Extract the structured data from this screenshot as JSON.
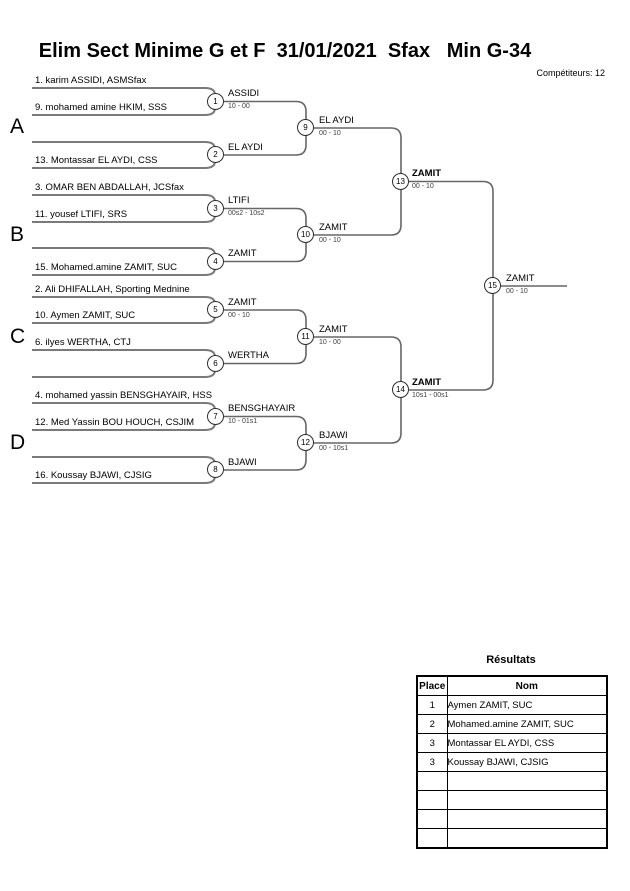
{
  "header": {
    "title": "Elim Sect Minime G et F  31/01/2021  Sfax   Min G-34",
    "competitors": "Compétiteurs: 12"
  },
  "groups": [
    {
      "label": "A"
    },
    {
      "label": "B"
    },
    {
      "label": "C"
    },
    {
      "label": "D"
    }
  ],
  "slots": [
    {
      "name": "1. karim ASSIDI, ASMSfax"
    },
    {
      "name": "9. mohamed amine HKIM, SSS"
    },
    {
      "name": ""
    },
    {
      "name": "13. Montassar EL AYDI, CSS"
    },
    {
      "name": "3. OMAR BEN ABDALLAH, JCSfax"
    },
    {
      "name": "11. yousef LTIFI, SRS"
    },
    {
      "name": ""
    },
    {
      "name": "15. Mohamed.amine ZAMIT, SUC"
    },
    {
      "name": "2. Ali DHIFALLAH, Sporting Mednine"
    },
    {
      "name": "10. Aymen ZAMIT, SUC"
    },
    {
      "name": "6. ilyes WERTHA, CTJ"
    },
    {
      "name": ""
    },
    {
      "name": "4. mohamed yassin BENSGHAYAIR, HSS"
    },
    {
      "name": "12. Med Yassin BOU HOUCH, CSJIM"
    },
    {
      "name": ""
    },
    {
      "name": "16. Koussay BJAWI, CJSIG"
    }
  ],
  "matches": [
    {
      "num": "1",
      "winner": "ASSIDI",
      "score": "10 - 00"
    },
    {
      "num": "2",
      "winner": "EL AYDI",
      "score": ""
    },
    {
      "num": "3",
      "winner": "LTIFI",
      "score": "00s2 - 10s2"
    },
    {
      "num": "4",
      "winner": "ZAMIT",
      "score": ""
    },
    {
      "num": "5",
      "winner": "ZAMIT",
      "score": "00 - 10"
    },
    {
      "num": "6",
      "winner": "WERTHA",
      "score": ""
    },
    {
      "num": "7",
      "winner": "BENSGHAYAIR",
      "score": "10 - 01s1"
    },
    {
      "num": "8",
      "winner": "BJAWI",
      "score": ""
    },
    {
      "num": "9",
      "winner": "EL AYDI",
      "score": "00 - 10"
    },
    {
      "num": "10",
      "winner": "ZAMIT",
      "score": "00 - 10"
    },
    {
      "num": "11",
      "winner": "ZAMIT",
      "score": "10 - 00"
    },
    {
      "num": "12",
      "winner": "BJAWI",
      "score": "00 - 10s1"
    },
    {
      "num": "13",
      "winner": "ZAMIT",
      "score": "00 - 10"
    },
    {
      "num": "14",
      "winner": "ZAMIT",
      "score": "10s1 - 00s1"
    },
    {
      "num": "15",
      "winner": "ZAMIT",
      "score": "00 - 10"
    }
  ],
  "results": {
    "title": "Résultats",
    "col_place": "Place",
    "col_name": "Nom",
    "rows": [
      {
        "place": "1",
        "name": "Aymen ZAMIT, SUC"
      },
      {
        "place": "2",
        "name": "Mohamed.amine ZAMIT, SUC"
      },
      {
        "place": "3",
        "name": "Montassar EL AYDI, CSS"
      },
      {
        "place": "3",
        "name": "Koussay BJAWI, CJSIG"
      },
      {
        "place": "",
        "name": ""
      },
      {
        "place": "",
        "name": ""
      },
      {
        "place": "",
        "name": ""
      },
      {
        "place": "",
        "name": ""
      }
    ]
  }
}
